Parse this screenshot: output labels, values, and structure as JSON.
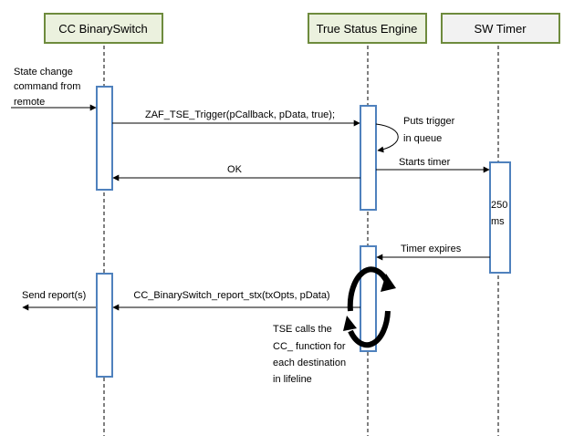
{
  "participants": [
    {
      "label": "CC BinarySwitch"
    },
    {
      "label": "True Status Engine"
    },
    {
      "label": "SW Timer"
    }
  ],
  "messages": {
    "incoming": [
      "State change",
      "command from",
      "remote"
    ],
    "trigger": "ZAF_TSE_Trigger(pCallback, pData, true);",
    "self_note": [
      "Puts trigger",
      "in queue"
    ],
    "ok": "OK",
    "starts_timer": "Starts timer",
    "timer_duration": [
      "250",
      "ms"
    ],
    "timer_expires": "Timer expires",
    "report_call": "CC_BinarySwitch_report_stx(txOpts, pData)",
    "send_report": "Send report(s)",
    "tse_note": [
      "TSE calls the",
      "CC_ function for",
      "each destination",
      "in lifeline"
    ]
  },
  "colors": {
    "header_border": "#6e8b3d",
    "header_fill_1": "#ebf1de",
    "header_fill_2": "#f2f2f2",
    "activation_border": "#4f81bd",
    "line": "#000000"
  }
}
